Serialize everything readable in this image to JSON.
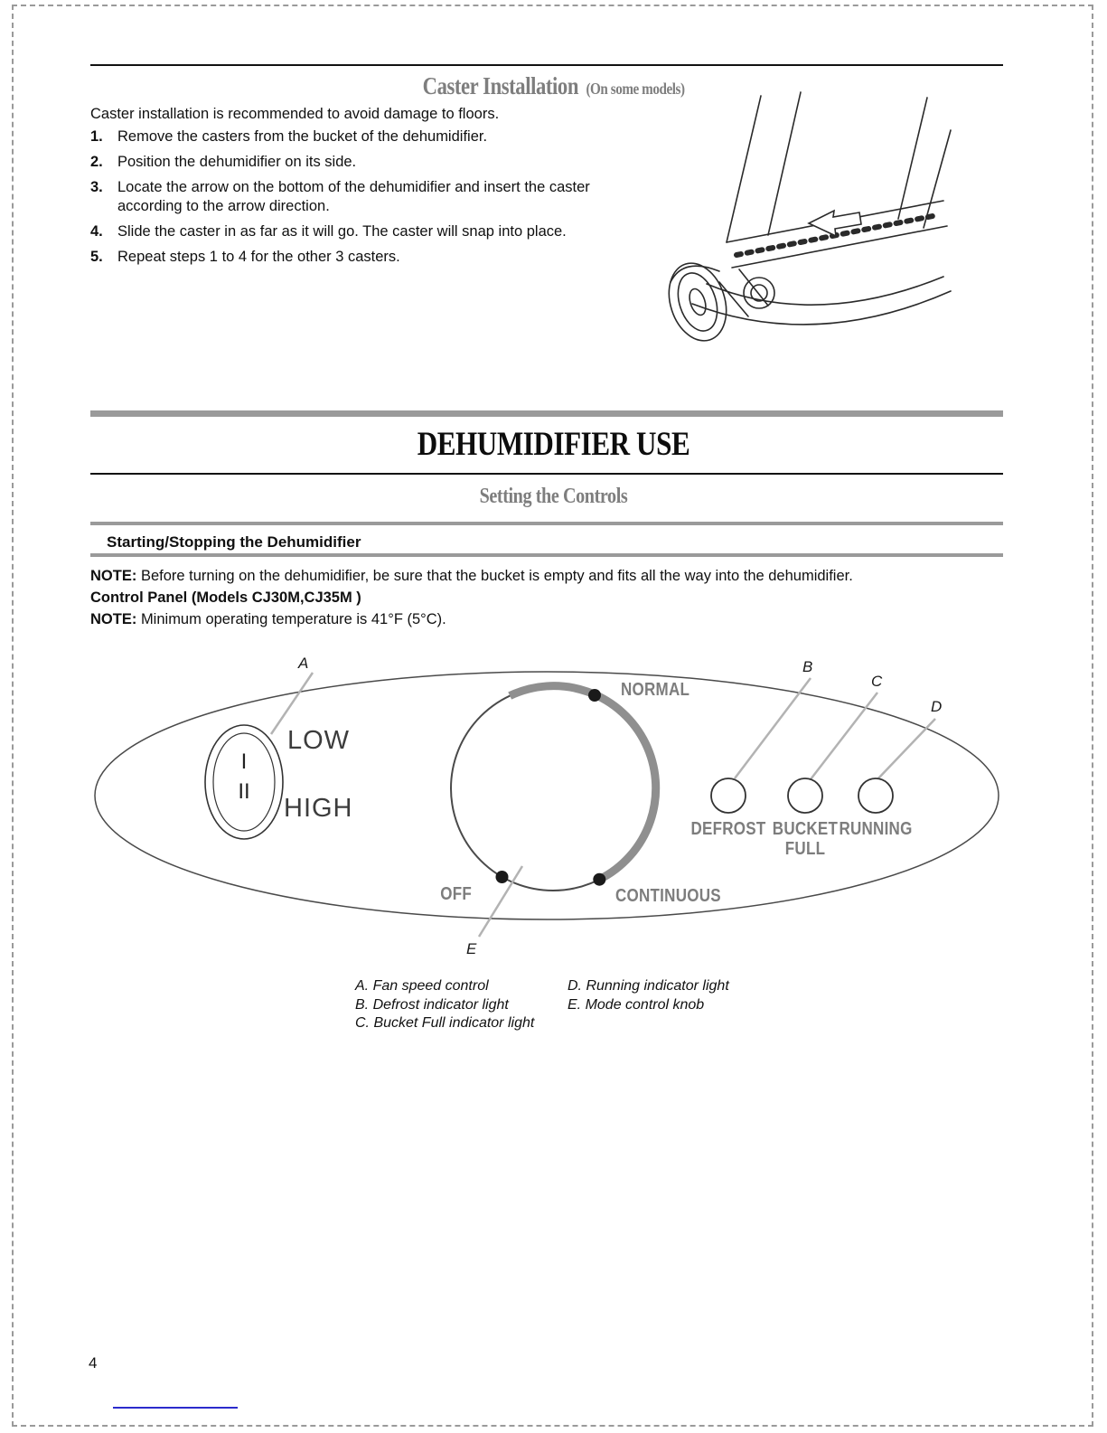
{
  "colors": {
    "heading_gray": "#7e7e7e",
    "bar_gray": "#9a9a9a",
    "label_gray": "#7d7d7d",
    "link_blue": "#2b2bcc"
  },
  "caster": {
    "title": "Caster Installation",
    "title_suffix": "(On some models)",
    "intro": "Caster installation is recommended to avoid damage to floors.",
    "steps": [
      {
        "num": "1.",
        "text": "Remove the casters from the bucket of the dehumidifier."
      },
      {
        "num": "2.",
        "text": "Position the dehumidifier on its side."
      },
      {
        "num": "3.",
        "text": "Locate the arrow on the bottom of the dehumidifier and insert the caster according to the arrow direction."
      },
      {
        "num": "4.",
        "text": "Slide the caster in as far as it will go. The caster will snap into place."
      },
      {
        "num": "5.",
        "text": "Repeat steps 1 to 4 for the other 3 casters."
      }
    ]
  },
  "use": {
    "title": "DEHUMIDIFIER USE",
    "subtitle": "Setting the Controls",
    "subsection": "Starting/Stopping the Dehumidifier",
    "note_label": "NOTE:",
    "note1": "Before turning on the dehumidifier, be sure that the bucket is empty and fits all the way into the dehumidifier.",
    "control_panel_heading": "Control Panel (Models  CJ30M,CJ35M )",
    "note2": "Minimum operating temperature is 41°F (5°C)."
  },
  "panel": {
    "callouts": {
      "a": "A",
      "b": "B",
      "c": "C",
      "d": "D",
      "e": "E"
    },
    "switch": {
      "pos1": "I",
      "pos2": "II",
      "low": "LOW",
      "high": "HIGH"
    },
    "knob": {
      "normal": "NORMAL",
      "off": "OFF",
      "continuous": "CONTINUOUS"
    },
    "indicators": {
      "defrost": "DEFROST",
      "bucket_line1": "BUCKET",
      "bucket_line2": "FULL",
      "running": "RUNNING"
    }
  },
  "legend": {
    "a": "A. Fan speed control",
    "b": "B. Defrost indicator light",
    "c": "C. Bucket Full indicator light",
    "d": "D. Running indicator light",
    "e": "E. Mode control knob"
  },
  "footer": {
    "page_number": "4"
  }
}
